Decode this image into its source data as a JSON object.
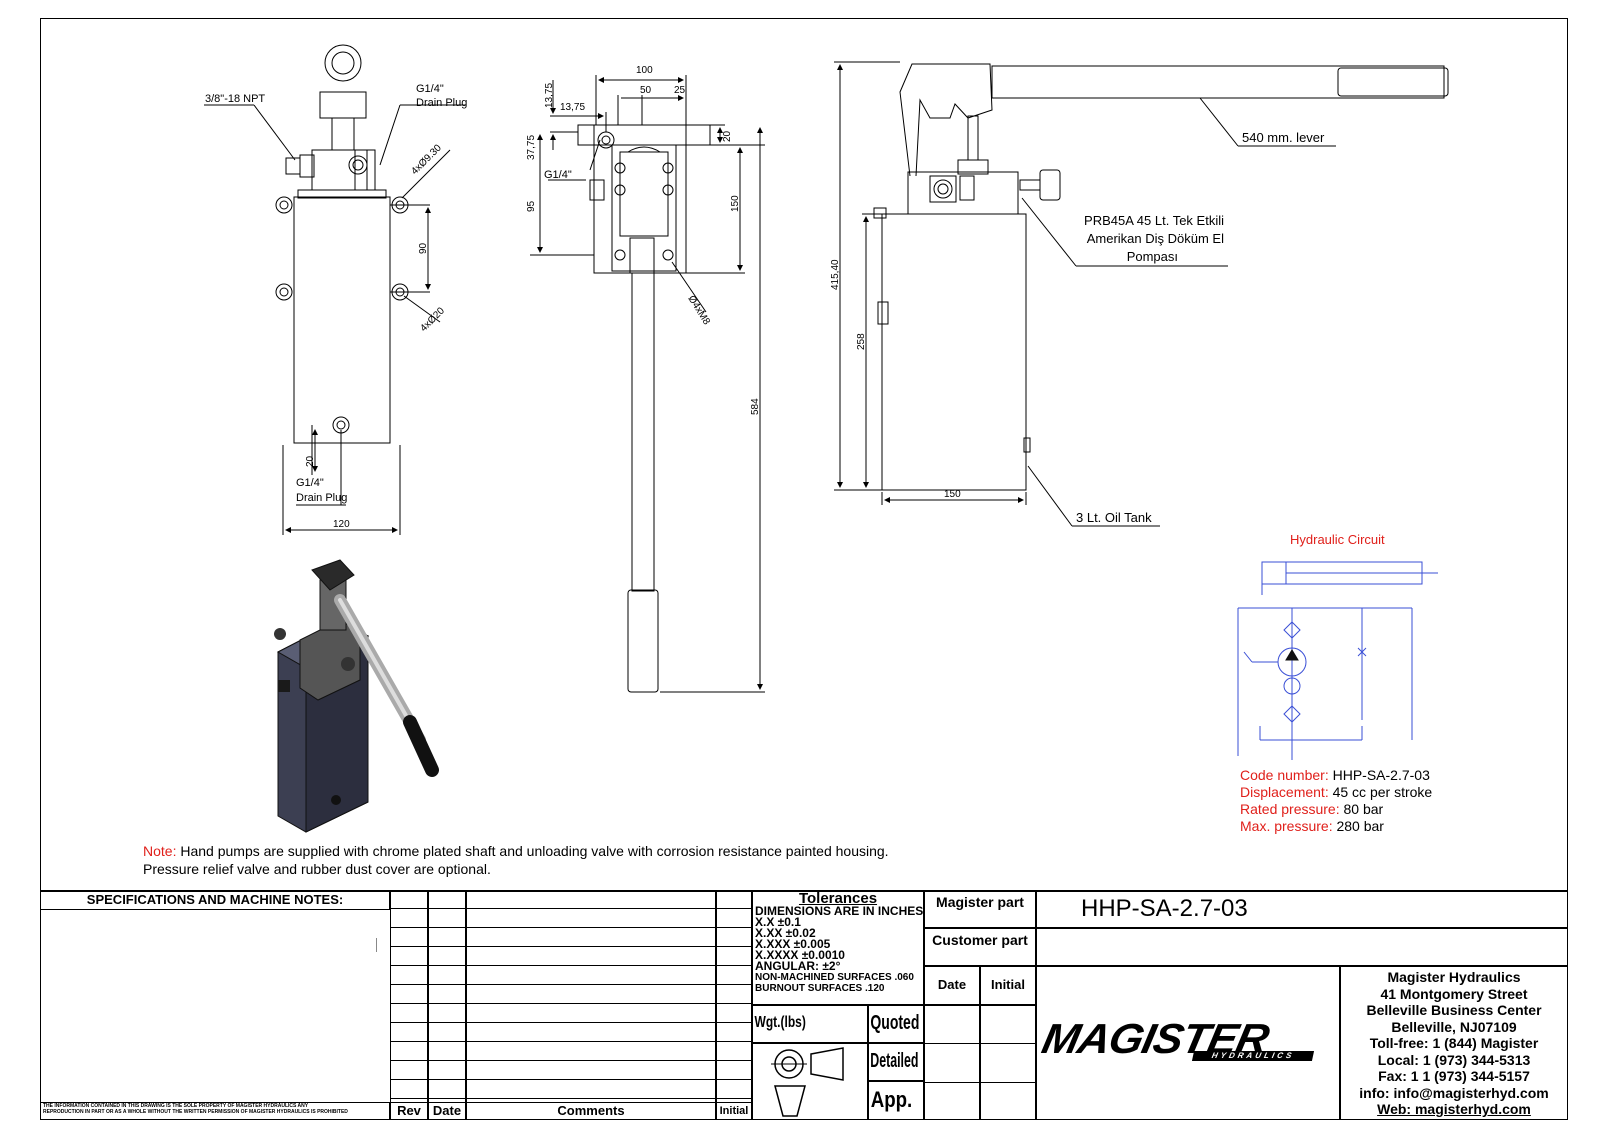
{
  "labels": {
    "npt": "3/8\"-18 NPT",
    "g14": "G1/4\"",
    "drain_plug": "Drain Plug",
    "hole1": "4xØ9.30",
    "hole2": "4xØ20",
    "lever": "540 mm. lever",
    "pump_name_1": "PRB45A 45 Lt. Tek Etkili",
    "pump_name_2": "Amerikan Diş Döküm El",
    "pump_name_3": "Pompası",
    "tank": "3 Lt. Oil Tank",
    "thread": "Ø4xM8",
    "circuit_title": "Hydraulic Circuit"
  },
  "dims": {
    "d90": "90",
    "d20a": "20",
    "d120": "120",
    "d100": "100",
    "d50": "50",
    "d25": "25",
    "d1375a": "13,75",
    "d1375b": "13,75",
    "d3775": "37,75",
    "d20b": "20",
    "d95": "95",
    "d150a": "150",
    "d584": "584",
    "d41540": "415,40",
    "d258": "258",
    "d150b": "150"
  },
  "specs": [
    {
      "k": "Code number:",
      "v": "HHP-SA-2.7-03"
    },
    {
      "k": "Displacement:",
      "v": "45 cc per stroke"
    },
    {
      "k": "Rated pressure:",
      "v": "80 bar"
    },
    {
      "k": "Max. pressure:",
      "v": "280 bar"
    }
  ],
  "note": {
    "label": "Note:",
    "line1": "Hand pumps are supplied with chrome plated shaft and unloading valve with corrosion resistance painted housing.",
    "line2": "Pressure relief valve and rubber dust cover are optional."
  },
  "titleblock": {
    "spec_header": "SPECIFICATIONS AND MACHINE NOTES:",
    "disclaimer_1": "THE INFORMATION CONTAINED IN THIS DRAWING IS THE SOLE PROPERTY OF MAGISTER HYDRAULICS ANY",
    "disclaimer_2": "REPRODUCTION IN PART OR AS A WHOLE WITHOUT THE WRITTEN PERMISSION OF MAGISTER HYDRAULICS IS PROHIBITED",
    "rev": "Rev",
    "date": "Date",
    "comments": "Comments",
    "initial": "Initial",
    "tolerances": "Tolerances",
    "tol_lines": [
      "DIMENSIONS ARE IN INCHES",
      "X.X ±0.1",
      "X.XX ±0.02",
      "X.XXX ±0.005",
      "X.XXXX ±0.0010",
      "ANGULAR: ±2°",
      "NON-MACHINED SURFACES .060",
      "BURNOUT SURFACES .120"
    ],
    "wgt": "Wgt.(lbs)",
    "quoted": "Quoted",
    "detailed": "Detailed",
    "app": "App.",
    "magister_part": "Magister part",
    "customer_part": "Customer part",
    "date2": "Date",
    "initial2": "Initial",
    "part_number": "HHP-SA-2.7-03",
    "logo_main": "MAGISTER",
    "logo_sub": "HYDRAULICS",
    "company": [
      "Magister Hydraulics",
      "41 Montgomery Street",
      "Belleville Business Center",
      "Belleville, NJ07109",
      "Toll-free: 1 (844) Magister",
      "Local: 1 (973) 344-5313",
      "Fax: 1 1 (973) 344-5157",
      "info: info@magisterhyd.com",
      "Web: magisterhyd.com"
    ]
  },
  "colors": {
    "accent": "#e0201b",
    "circuit": "#3a4fd6",
    "tank": "#3c3f52"
  }
}
